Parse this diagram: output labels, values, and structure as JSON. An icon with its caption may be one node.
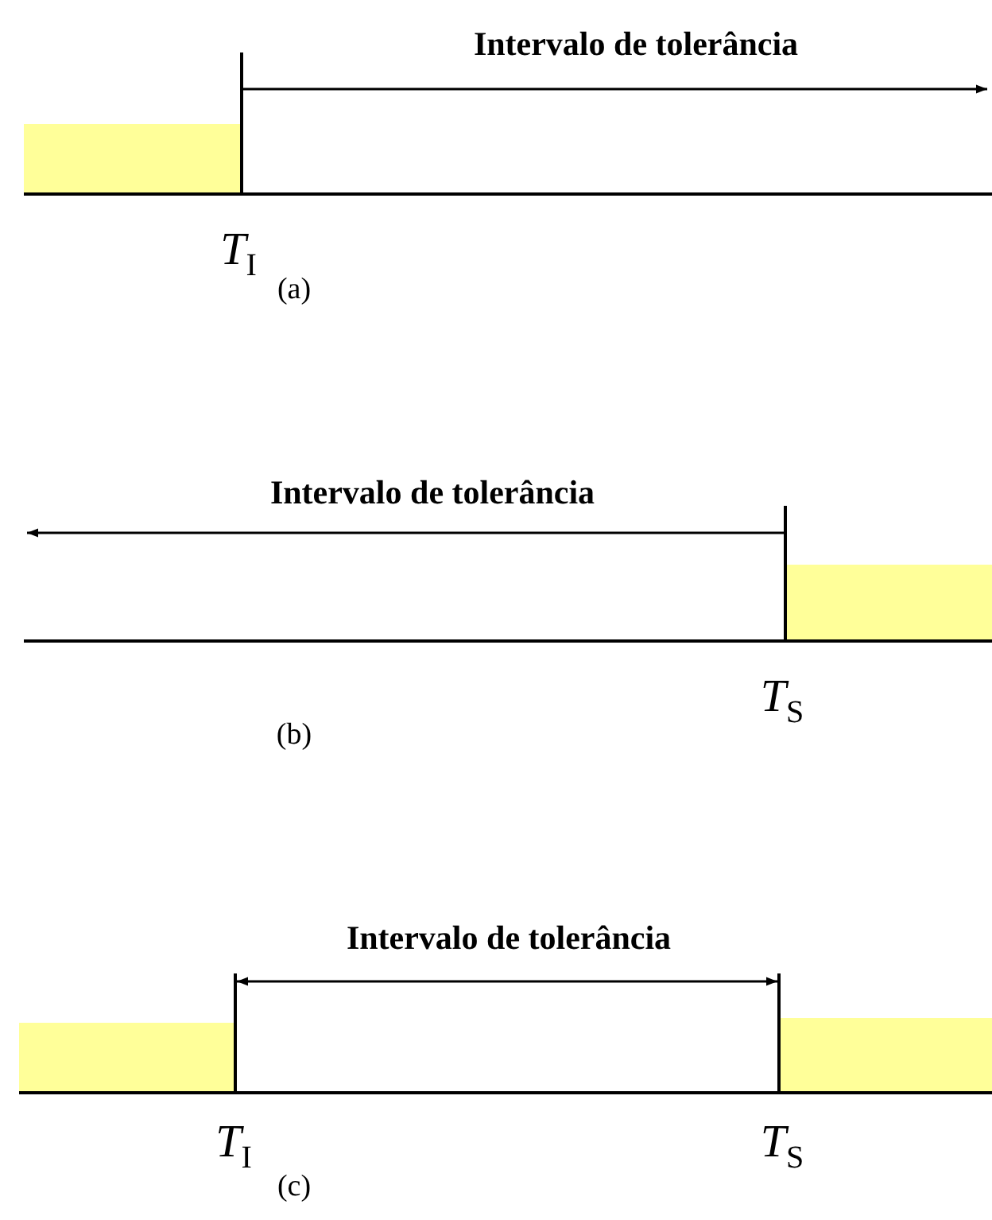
{
  "diagram": {
    "labels": [
      "Intervalo de tolerância",
      "*T*$_{I}$",
      "(a)",
      "Intervalo de tolerância",
      "*T*$_{S}$",
      "(b)",
      "Intervalo de tolerância",
      "*T*$_{I}$",
      "*T*$_{S}$",
      "(c)"
    ]
  }
}
